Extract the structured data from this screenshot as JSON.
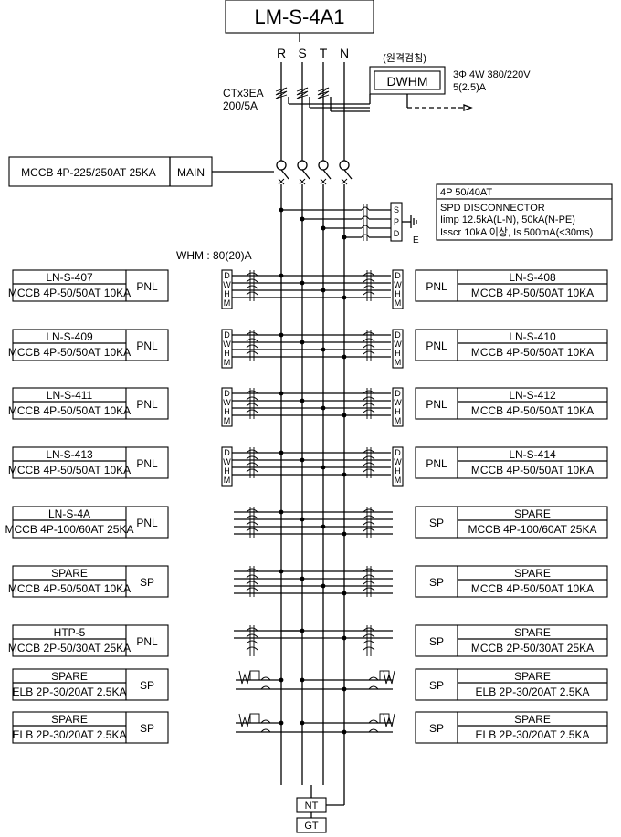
{
  "title": "LM-S-4A1",
  "bus_labels": [
    "R",
    "S",
    "T",
    "N"
  ],
  "ct": {
    "line1": "CTx3EA",
    "line2": "200/5A"
  },
  "remote_label": "(원격검침)",
  "dwhm": "DWHM",
  "dwhm_spec": {
    "line1": "3Φ 4W 380/220V",
    "line2": "5(2.5)A"
  },
  "main": {
    "spec": "MCCB 4P-225/250AT 25KA",
    "tag": "MAIN"
  },
  "spd": {
    "rating": "4P 50/40AT",
    "line1": "SPD DISCONNECTOR",
    "line2": "Iimp 12.5kA(L-N), 50kA(N-PE)",
    "line3": "Isscr 10kA 이상, Is 500mA(<30ms)",
    "letters": [
      "S",
      "P",
      "D"
    ],
    "earth": "E"
  },
  "whm_label": "WHM : 80(20)A",
  "meter_letters": [
    "D",
    "W",
    "H",
    "M"
  ],
  "left_feeders": [
    {
      "name": "LN-S-407",
      "spec": "MCCB 4P-50/50AT 10KA",
      "tag": "PNL"
    },
    {
      "name": "LN-S-409",
      "spec": "MCCB 4P-50/50AT 10KA",
      "tag": "PNL"
    },
    {
      "name": "LN-S-411",
      "spec": "MCCB 4P-50/50AT 10KA",
      "tag": "PNL"
    },
    {
      "name": "LN-S-413",
      "spec": "MCCB 4P-50/50AT 10KA",
      "tag": "PNL"
    },
    {
      "name": "LN-S-4A",
      "spec": "MCCB 4P-100/60AT 25KA",
      "tag": "PNL"
    },
    {
      "name": "SPARE",
      "spec": "MCCB 4P-50/50AT 10KA",
      "tag": "SP"
    },
    {
      "name": "HTP-5",
      "spec": "MCCB 2P-50/30AT 25KA",
      "tag": "PNL"
    },
    {
      "name": "SPARE",
      "spec": "ELB 2P-30/20AT 2.5KA",
      "tag": "SP"
    },
    {
      "name": "SPARE",
      "spec": "ELB 2P-30/20AT 2.5KA",
      "tag": "SP"
    }
  ],
  "right_feeders": [
    {
      "name": "LN-S-408",
      "spec": "MCCB 4P-50/50AT 10KA",
      "tag": "PNL"
    },
    {
      "name": "LN-S-410",
      "spec": "MCCB 4P-50/50AT 10KA",
      "tag": "PNL"
    },
    {
      "name": "LN-S-412",
      "spec": "MCCB 4P-50/50AT 10KA",
      "tag": "PNL"
    },
    {
      "name": "LN-S-414",
      "spec": "MCCB 4P-50/50AT 10KA",
      "tag": "PNL"
    },
    {
      "name": "SPARE",
      "spec": "MCCB 4P-100/60AT 25KA",
      "tag": "SP"
    },
    {
      "name": "SPARE",
      "spec": "MCCB 4P-50/50AT 10KA",
      "tag": "SP"
    },
    {
      "name": "SPARE",
      "spec": "MCCB 2P-50/30AT 25KA",
      "tag": "SP"
    },
    {
      "name": "SPARE",
      "spec": "ELB 2P-30/20AT 2.5KA",
      "tag": "SP"
    },
    {
      "name": "SPARE",
      "spec": "ELB 2P-30/20AT 2.5KA",
      "tag": "SP"
    }
  ],
  "nt": "NT",
  "gt": "GT"
}
